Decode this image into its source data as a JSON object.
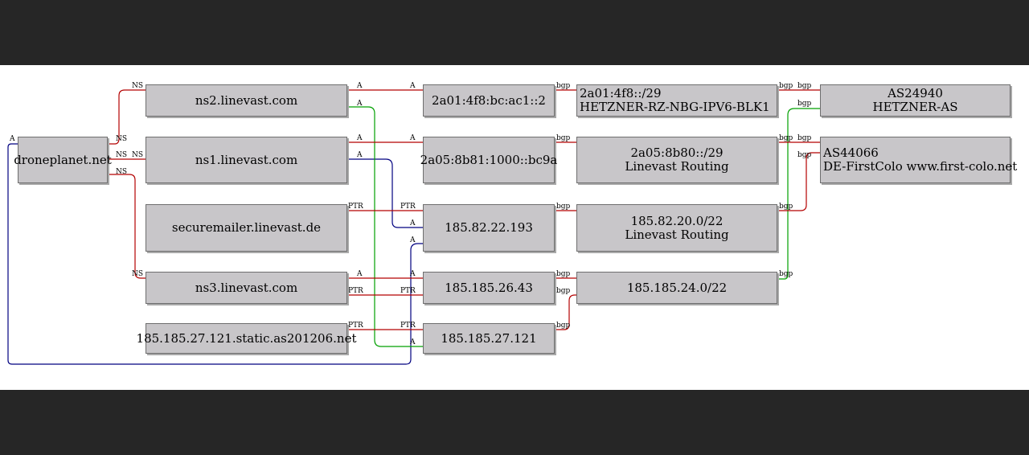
{
  "colors": {
    "page_background": "#262626",
    "canvas_background": "#ffffff",
    "node_fill": "#c8c6c9",
    "node_border": "#6e6e6e",
    "edge_red": "#b30000",
    "edge_green": "#00a000",
    "edge_blue": "#000080"
  },
  "nodes": {
    "droneplanet": "droneplanet.net",
    "ns2": "ns2.linevast.com",
    "ns1": "ns1.linevast.com",
    "securemailer": "securemailer.linevast.de",
    "ns3": "ns3.linevast.com",
    "static_host": "185.185.27.121.static.as201206.net",
    "ip6_hetzner": "2a01:4f8:bc:ac1::2",
    "ip6_linevast": "2a05:8b81:1000::bc9a",
    "ip_securemailer": "185.82.22.193",
    "ip_ns3": "185.185.26.43",
    "ip_static": "185.185.27.121",
    "prefix_hetzner": {
      "line1": "2a01:4f8::/29",
      "line2": "HETZNER-RZ-NBG-IPV6-BLK1"
    },
    "prefix_linevast6": {
      "line1": "2a05:8b80::/29",
      "line2": "Linevast Routing"
    },
    "prefix_linevast4": {
      "line1": "185.82.20.0/22",
      "line2": "Linevast Routing"
    },
    "prefix_ns3": "185.185.24.0/22",
    "as_hetzner": {
      "line1": "AS24940",
      "line2": "HETZNER-AS"
    },
    "as_firstcolo": {
      "line1": "AS44066",
      "line2": "DE-FirstColo www.first-colo.net"
    }
  },
  "edge_labels": {
    "ns": "NS",
    "a": "A",
    "ptr": "PTR",
    "bgp": "bgp"
  }
}
